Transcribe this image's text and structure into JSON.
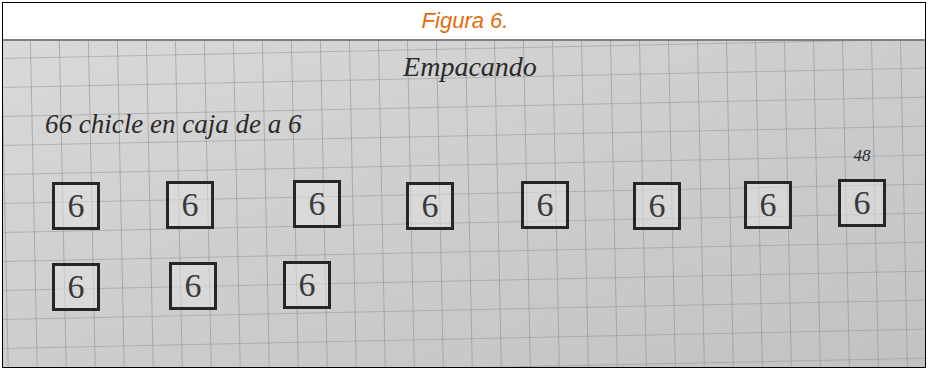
{
  "diagram": {
    "title": "Figura 6.",
    "nodes": [
      {
        "text": [
          "6"
        ]
      },
      {
        "text": [
          "6"
        ]
      },
      {
        "text": [
          "6"
        ]
      },
      {
        "text": [
          "6"
        ]
      },
      {
        "text": [
          "6"
        ]
      },
      {
        "text": [
          "6"
        ]
      },
      {
        "text": [
          "6"
        ]
      },
      {
        "text": [
          "6"
        ]
      },
      {
        "text": [
          "6"
        ]
      },
      {
        "text": [
          "6"
        ]
      },
      {
        "text": [
          "6"
        ]
      }
    ],
    "labels": [
      "Empacando",
      "66 chicle en caja de a 6",
      "48"
    ]
  }
}
